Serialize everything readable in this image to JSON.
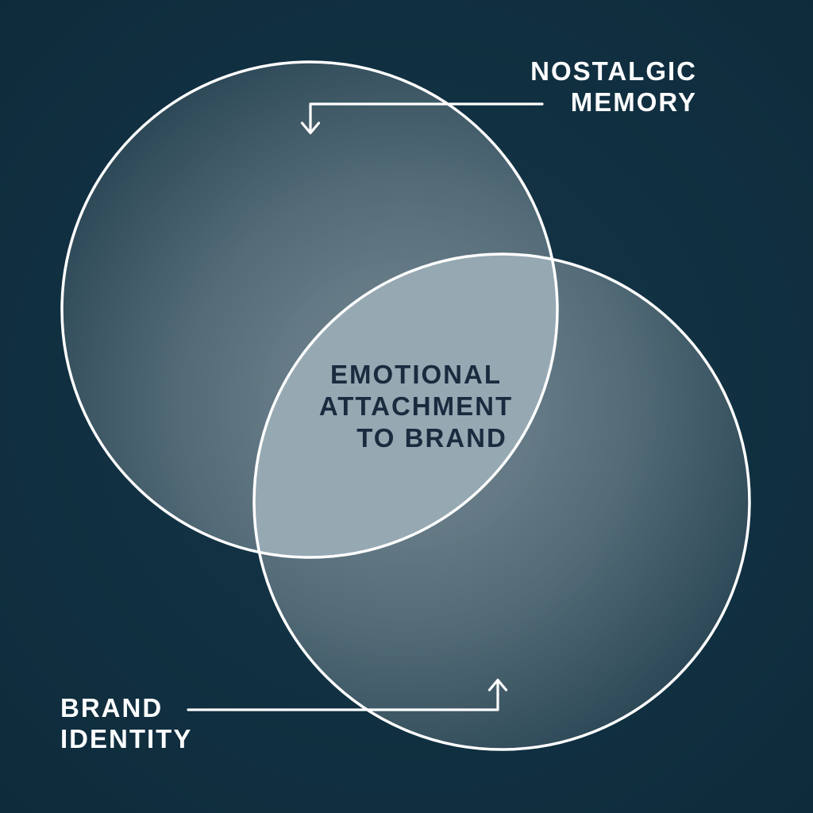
{
  "diagram": {
    "type": "venn-2-sets",
    "sets": {
      "set1": {
        "line1": "NOSTALGIC",
        "line2": "MEMORY"
      },
      "set2": {
        "line1": "BRAND",
        "line2": "IDENTITY"
      },
      "intersection": {
        "line1": "EMOTIONAL",
        "line2": "ATTACHMENT",
        "line3": "TO BRAND"
      }
    }
  },
  "colors": {
    "background_center": "#143749",
    "background_edge": "#0E2B3B",
    "circle_region": "#41606E",
    "overlap_fill": "#96A9B3",
    "outline": "#FFFFFF",
    "label_text": "#FCFDFE",
    "intersection_text": "#1A2B3F"
  }
}
